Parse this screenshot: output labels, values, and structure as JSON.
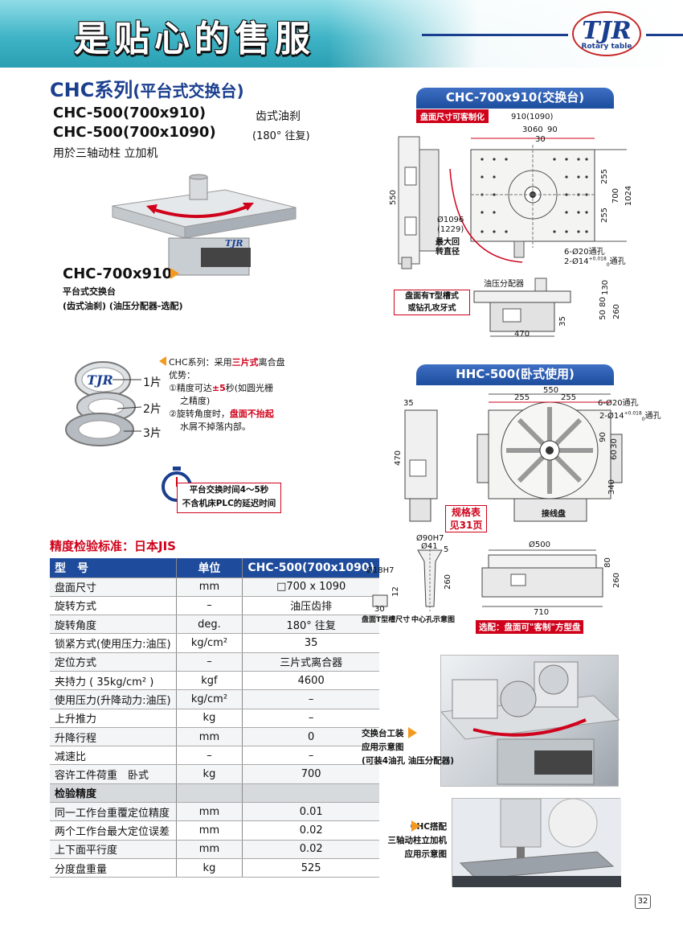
{
  "header": {
    "slogan": "是贴心的售服",
    "logo_text": "TJR",
    "logo_sub": "Rotary table"
  },
  "product": {
    "series_title": "CHC系列",
    "series_sub": "(平台式交换台)",
    "model_1": "CHC-500(700x910)",
    "model_1_note": "齿式油刹",
    "model_2": "CHC-500(700x1090)",
    "model_2_note": "(180° 往复)",
    "usage": "用於三轴动柱 立加机"
  },
  "photo_caption": {
    "model": "CHC-700x910",
    "line1": "平台式交换台",
    "line2": "(齿式油刹) (油压分配器-选配)"
  },
  "coupling": {
    "pieces": [
      "1片",
      "2片",
      "3片"
    ],
    "intro_a": "CHC系列：采用",
    "intro_red": "三片式",
    "intro_b": "离合盘",
    "adv": "优势：",
    "p1a": "①精度可达",
    "p1red": "±5",
    "p1b": "秒(如圆光栅",
    "p1c": "之精度)",
    "p2a": "②旋转角度时，",
    "p2red": "盘面不抬起",
    "p2b": "水屑不掉落内部。"
  },
  "timer": {
    "line1": "平台交换时间4～5秒",
    "line2": "不含机床PLC的延迟时间"
  },
  "diagram_chc": {
    "title": "CHC-700x910(交换台)",
    "custom": "盘面尺寸可客制化",
    "dims": [
      "910(1090)",
      "30",
      "60",
      "90",
      "30",
      "550",
      "255",
      "255",
      "700",
      "1024",
      "Ø1096",
      "(1229)",
      "最大回",
      "转直径",
      "6-Ø20通孔",
      "2-Ø14",
      "通孔",
      "+0.018",
      "0",
      "油压分配器",
      "130",
      "80",
      "50",
      "260",
      "35",
      "470"
    ],
    "callout_1": "盘面有T型槽式",
    "callout_2": "或钻孔攻牙式"
  },
  "diagram_hhc": {
    "title": "HHC-500(卧式使用)",
    "dims": [
      "550",
      "255",
      "255",
      "35",
      "6-Ø20通孔",
      "2-Ø14",
      "通孔",
      "+0.018",
      "0",
      "90",
      "30",
      "60",
      "470",
      "340",
      "接线盘"
    ],
    "spec_ref_1": "规格表",
    "spec_ref_2": "见31页"
  },
  "diagram_detail": {
    "dims": [
      "Ø90H7",
      "Ø41",
      "Ø18H7",
      "5",
      "260",
      "12",
      "30",
      "Ø500",
      "80",
      "260",
      "710"
    ],
    "cap_tslot": "盘面T型槽尺寸",
    "cap_center": "中心孔示意图",
    "option": "选配：盘面可\"客制\"方型盘"
  },
  "photo_captions_right": {
    "fixture_1": "交换台工装",
    "fixture_2": "应用示意图",
    "fixture_3": "(可装4油孔 油压分配器)",
    "machine_1": "CHC搭配",
    "machine_2": "三轴动柱立加机",
    "machine_3": "应用示意图"
  },
  "spec": {
    "standard_label": "精度检验标准：日本JIS",
    "columns": [
      "型　号",
      "单位",
      "CHC-500(700x1090)"
    ],
    "rows": [
      {
        "item": "盘面尺寸",
        "unit": "mm",
        "value": "□700 x 1090"
      },
      {
        "item": "旋转方式",
        "unit": "–",
        "value": "油压齿排"
      },
      {
        "item": "旋转角度",
        "unit": "deg.",
        "value": "180° 往复"
      },
      {
        "item": "锁紧方式(使用压力:油压)",
        "unit": "kg/cm²",
        "value": "35"
      },
      {
        "item": "定位方式",
        "unit": "–",
        "value": "三片式离合器"
      },
      {
        "item": "夹持力 ( 35kg/cm² )",
        "unit": "kgf",
        "value": "4600"
      },
      {
        "item": "使用压力(升降动力:油压)",
        "unit": "kg/cm²",
        "value": "–"
      },
      {
        "item": "上升推力",
        "unit": "kg",
        "value": "–"
      },
      {
        "item": "升降行程",
        "unit": "mm",
        "value": "0"
      },
      {
        "item": "减速比",
        "unit": "–",
        "value": "–"
      },
      {
        "item": "容许工件荷重　卧式",
        "unit": "kg",
        "value": "700"
      }
    ],
    "section": "检验精度",
    "accuracy_rows": [
      {
        "item": "同一工作台重覆定位精度",
        "unit": "mm",
        "value": "0.01"
      },
      {
        "item": "两个工作台最大定位误差",
        "unit": "mm",
        "value": "0.02"
      },
      {
        "item": "上下面平行度",
        "unit": "mm",
        "value": "0.02"
      },
      {
        "item": "分度盘重量",
        "unit": "kg",
        "value": "525"
      }
    ]
  },
  "page_number": "32",
  "colors": {
    "brand_blue": "#1b3f8f",
    "accent_red": "#d0021b",
    "accent_orange": "#f39a1e",
    "teal": "#3fb4c6"
  }
}
